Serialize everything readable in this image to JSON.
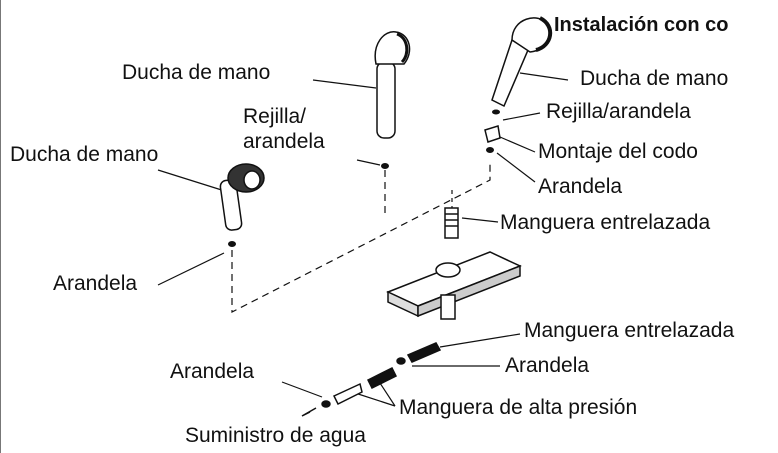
{
  "title": "Instalación con co",
  "labels": {
    "handshower_mid": "Ducha de mano",
    "handshower_left": "Ducha de mano",
    "handshower_right": "Ducha de mano",
    "screen_washer_mid_1": "Rejilla/",
    "screen_washer_mid_2": "arandela",
    "screen_washer_right": "Rejilla/arandela",
    "elbow_assembly": "Montaje del codo",
    "washer_right": "Arandela",
    "braided_hose_top": "Manguera entrelazada",
    "washer_left": "Arandela",
    "braided_hose_bottom": "Manguera entrelazada",
    "washer_bottom_right": "Arandela",
    "washer_bottom_left": "Arandela",
    "high_pressure_hose": "Manguera de alta presión",
    "water_supply": "Suministro de agua"
  },
  "colors": {
    "ink": "#111111",
    "part_fill": "#ffffff",
    "dark_part": "#1a1a1a"
  }
}
